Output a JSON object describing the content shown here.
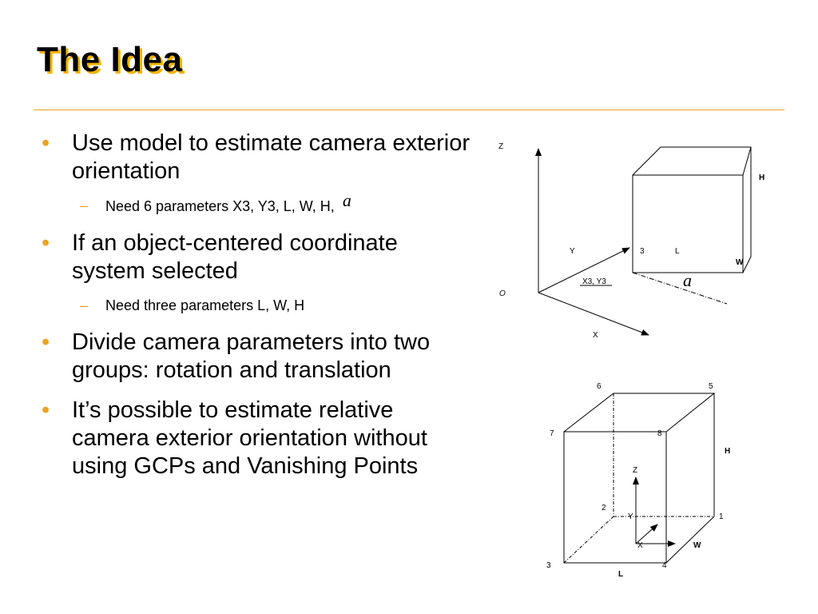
{
  "slide": {
    "title": "The Idea",
    "bullets": [
      {
        "text": "Use model to estimate camera exterior orientation",
        "sub": {
          "text": "Need 6 parameters X3, Y3, L, W, H,",
          "alpha": "a"
        }
      },
      {
        "text": "If an object-centered coordinate system selected",
        "sub": {
          "text": "Need three parameters L, W, H"
        }
      },
      {
        "text": "Divide camera parameters into two groups: rotation and translation"
      },
      {
        "text": "It’s possible to estimate relative camera exterior orientation without using GCPs and Vanishing Points"
      }
    ]
  },
  "diagram1": {
    "axis_z": "Z",
    "axis_y": "Y",
    "axis_x": "X",
    "origin": "O",
    "corner": "3",
    "length": "L",
    "width": "W",
    "height": "H",
    "position": "X3, Y3",
    "angle": "a"
  },
  "diagram2": {
    "v6": "6",
    "v5": "5",
    "v7": "7",
    "v8": "8",
    "v2": "2",
    "v1": "1",
    "v3": "3",
    "v4": "4",
    "height": "H",
    "width": "W",
    "length": "L",
    "axis_z": "Z",
    "axis_y": "Y",
    "axis_x": "X"
  },
  "colors": {
    "accent": "#f0a21c",
    "title_shadow": "#f0b400"
  }
}
